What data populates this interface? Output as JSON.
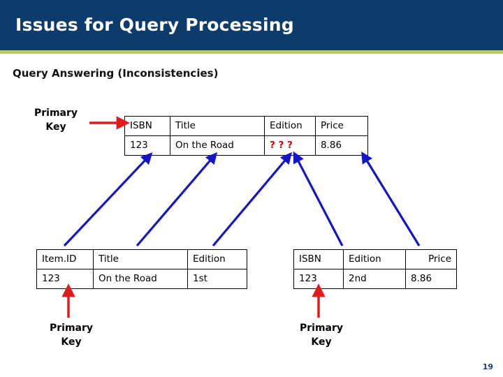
{
  "header": {
    "title": "Issues for Query Processing",
    "bar_color": "#0d3b6b",
    "accent_color": "#b8c96a"
  },
  "subtitle": "Query Answering (Inconsistencies)",
  "labels": {
    "primary_key_top": "Primary\nKey",
    "primary_key_left": "Primary\nKey",
    "primary_key_right": "Primary\nKey",
    "primary_key_line1": "Primary",
    "primary_key_line2": "Key"
  },
  "tables": {
    "merged": {
      "headers": [
        "ISBN",
        "Title",
        "Edition",
        "Price"
      ],
      "rows": [
        [
          "123",
          "On the Road",
          "? ? ?",
          "8.86"
        ]
      ],
      "conflict_cell": "? ? ?",
      "conflict_color": "#d40000"
    },
    "left": {
      "headers": [
        "Item.ID",
        "Title",
        "Edition"
      ],
      "rows": [
        [
          "123",
          "On the Road",
          "1st"
        ]
      ]
    },
    "right": {
      "headers": [
        "ISBN",
        "Edition",
        "Price"
      ],
      "rows": [
        [
          "123",
          "2nd",
          "8.86"
        ]
      ]
    }
  },
  "arrows": {
    "red_color": "#e01b1b",
    "blue_color": "#1414c8"
  },
  "page_number": "19"
}
